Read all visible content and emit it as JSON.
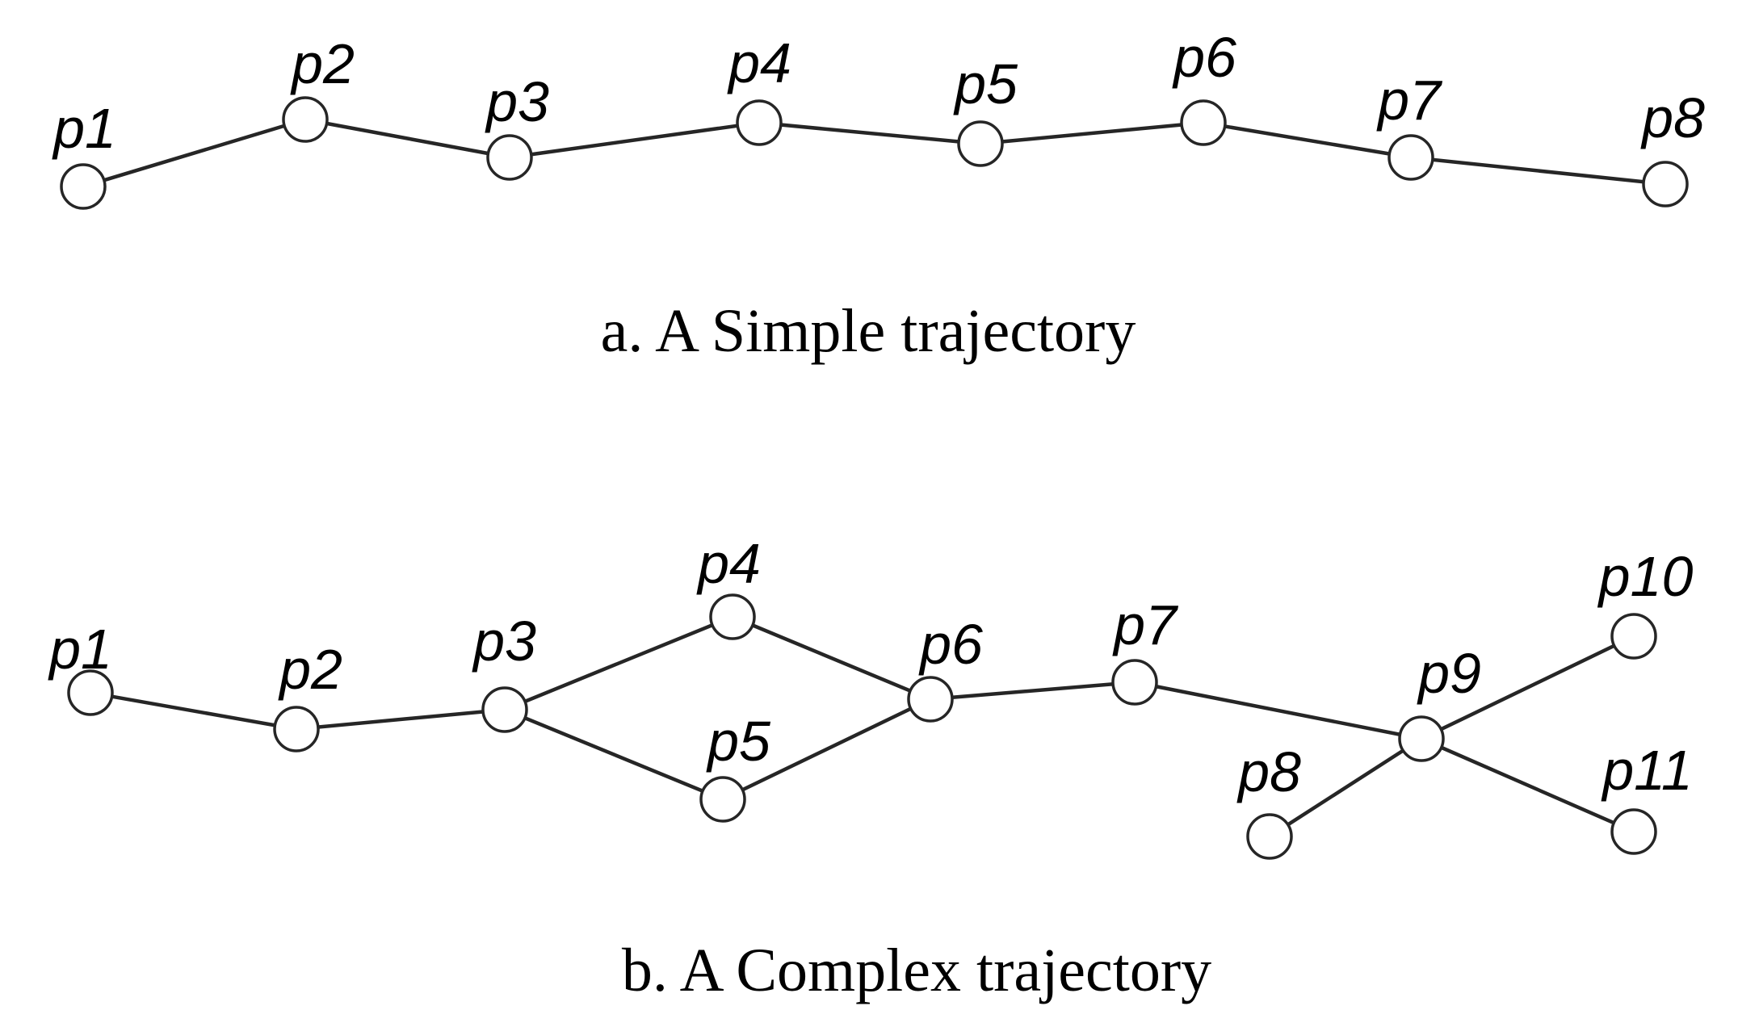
{
  "colors": {
    "stroke": "#262626",
    "text": "#000000",
    "background": "#ffffff"
  },
  "diagrams": [
    {
      "id": "simple",
      "caption": "a. A Simple trajectory",
      "nodes": [
        {
          "id": "s1",
          "label": "p1"
        },
        {
          "id": "s2",
          "label": "p2"
        },
        {
          "id": "s3",
          "label": "p3"
        },
        {
          "id": "s4",
          "label": "p4"
        },
        {
          "id": "s5",
          "label": "p5"
        },
        {
          "id": "s6",
          "label": "p6"
        },
        {
          "id": "s7",
          "label": "p7"
        },
        {
          "id": "s8",
          "label": "p8"
        }
      ],
      "edges": [
        [
          "s1",
          "s2"
        ],
        [
          "s2",
          "s3"
        ],
        [
          "s3",
          "s4"
        ],
        [
          "s4",
          "s5"
        ],
        [
          "s5",
          "s6"
        ],
        [
          "s6",
          "s7"
        ],
        [
          "s7",
          "s8"
        ]
      ]
    },
    {
      "id": "complex",
      "caption": "b. A Complex trajectory",
      "nodes": [
        {
          "id": "c1",
          "label": "p1"
        },
        {
          "id": "c2",
          "label": "p2"
        },
        {
          "id": "c3",
          "label": "p3"
        },
        {
          "id": "c4",
          "label": "p4"
        },
        {
          "id": "c5",
          "label": "p5"
        },
        {
          "id": "c6",
          "label": "p6"
        },
        {
          "id": "c7",
          "label": "p7"
        },
        {
          "id": "c8",
          "label": "p8"
        },
        {
          "id": "c9",
          "label": "p9"
        },
        {
          "id": "c10",
          "label": "p10"
        },
        {
          "id": "c11",
          "label": "p11"
        }
      ],
      "edges": [
        [
          "c1",
          "c2"
        ],
        [
          "c2",
          "c3"
        ],
        [
          "c3",
          "c4"
        ],
        [
          "c3",
          "c5"
        ],
        [
          "c4",
          "c6"
        ],
        [
          "c5",
          "c6"
        ],
        [
          "c6",
          "c7"
        ],
        [
          "c7",
          "c9"
        ],
        [
          "c8",
          "c9"
        ],
        [
          "c9",
          "c10"
        ],
        [
          "c9",
          "c11"
        ]
      ]
    }
  ]
}
